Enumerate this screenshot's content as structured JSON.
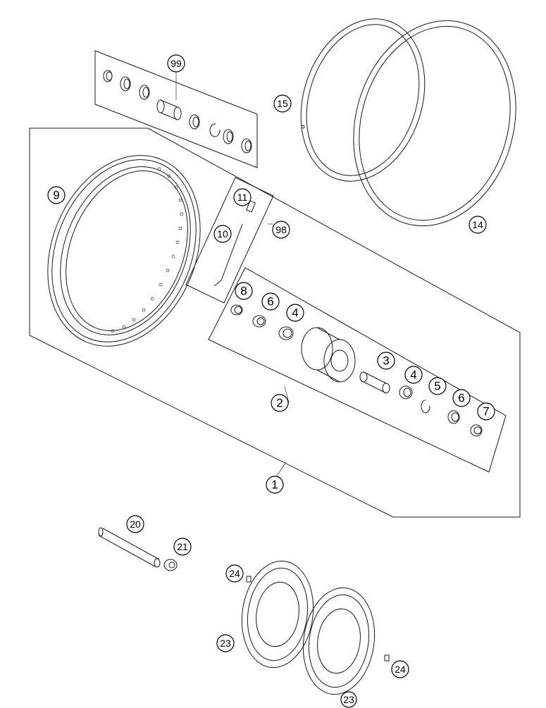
{
  "callouts": {
    "c1": "1",
    "c2": "2",
    "c3": "3",
    "c4a": "4",
    "c4b": "4",
    "c5": "5",
    "c6a": "6",
    "c6b": "6",
    "c7": "7",
    "c8": "8",
    "c9": "9",
    "c10": "10",
    "c11": "11",
    "c14": "14",
    "c15": "15",
    "c20": "20",
    "c21": "21",
    "c23a": "23",
    "c23b": "23",
    "c24a": "24",
    "c24b": "24",
    "c98": "98",
    "c99": "99"
  }
}
